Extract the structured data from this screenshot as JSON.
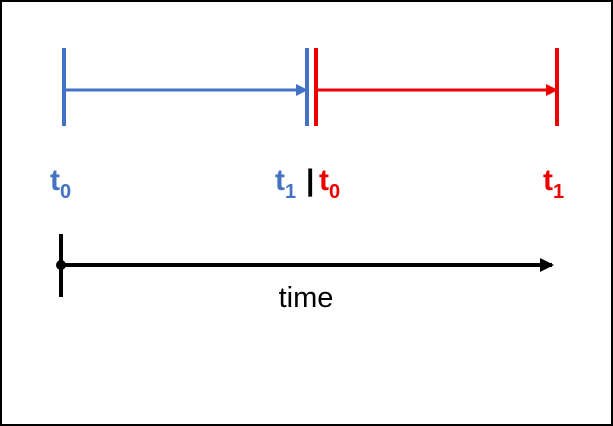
{
  "colors": {
    "blue": "#4472c4",
    "red": "#ee0000",
    "black": "#000000"
  },
  "intervals": [
    {
      "name": "first-interval",
      "color": "blue",
      "start_label": {
        "main": "t",
        "sub": "0"
      },
      "end_label": {
        "main": "t",
        "sub": "1"
      }
    },
    {
      "name": "second-interval",
      "color": "red",
      "start_label": {
        "main": "t",
        "sub": "0"
      },
      "end_label": {
        "main": "t",
        "sub": "1"
      }
    }
  ],
  "separator": "|",
  "time_axis": {
    "label": "time"
  }
}
